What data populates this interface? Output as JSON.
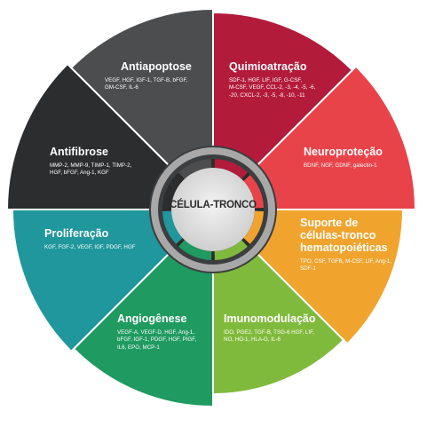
{
  "center": {
    "label": "CÉLULA-TRONCO"
  },
  "segments": [
    {
      "id": "antiapoptose",
      "title": "Antiapoptose",
      "desc": "VEGF, HGF, IGF-1, TGF-B, bFGF,\nGM-CSF, IL-6",
      "color": "#b31b3a"
    },
    {
      "id": "quimioatracao",
      "title": "Quimioatração",
      "desc": "SDF-1, HGF, LIF, IGF, G-CSF,\nM-CSF, VEGF, CCL-2, -3, -4, -5, -6,\n-20, CXCL-2, -3, -5, -8, -10, -11",
      "color": "#e9434a"
    },
    {
      "id": "neuroprotecao",
      "title": "Neuroproteção",
      "desc": "BDNF, NGF, GDNF, galectin-1",
      "color": "#f0a42e"
    },
    {
      "id": "suporte",
      "title": "Suporte de\ncélulas-tronco\nhematopoiéticas",
      "desc": "TPO, CSF, TGFB, M-CSF, LIF, Ang-1,\nSDF-1",
      "color": "#80ba3c"
    },
    {
      "id": "imunomodulacao",
      "title": "Imunomodulação",
      "desc": "IDO, PGE2, TGF-B, TSG-6 HGF, LIF,\nNO, HO-1, HLA-G, IL-6",
      "color": "#1f9a60"
    },
    {
      "id": "angiogenese",
      "title": "Angiogênese",
      "desc": "VEGF-A, VEGF-D, HGF, Ang-1,\nbFGF, IGF-1, PDGF, HGF, PIGF,\nIL6, EPO, MCP-1",
      "color": "#1f979c"
    },
    {
      "id": "proliferacao",
      "title": "Proliferação",
      "desc": "KGF, FGF-2, VEGF, IGF, PDGF, HGF",
      "color": "#2b2d2f"
    },
    {
      "id": "antifibrose",
      "title": "Antifibrose",
      "desc": "MMP-2, MMP-9, TIMP-1, TIMP-2,\nHGF, bFGF, Ang-1, KGF",
      "color": "#4b4d4f"
    }
  ]
}
